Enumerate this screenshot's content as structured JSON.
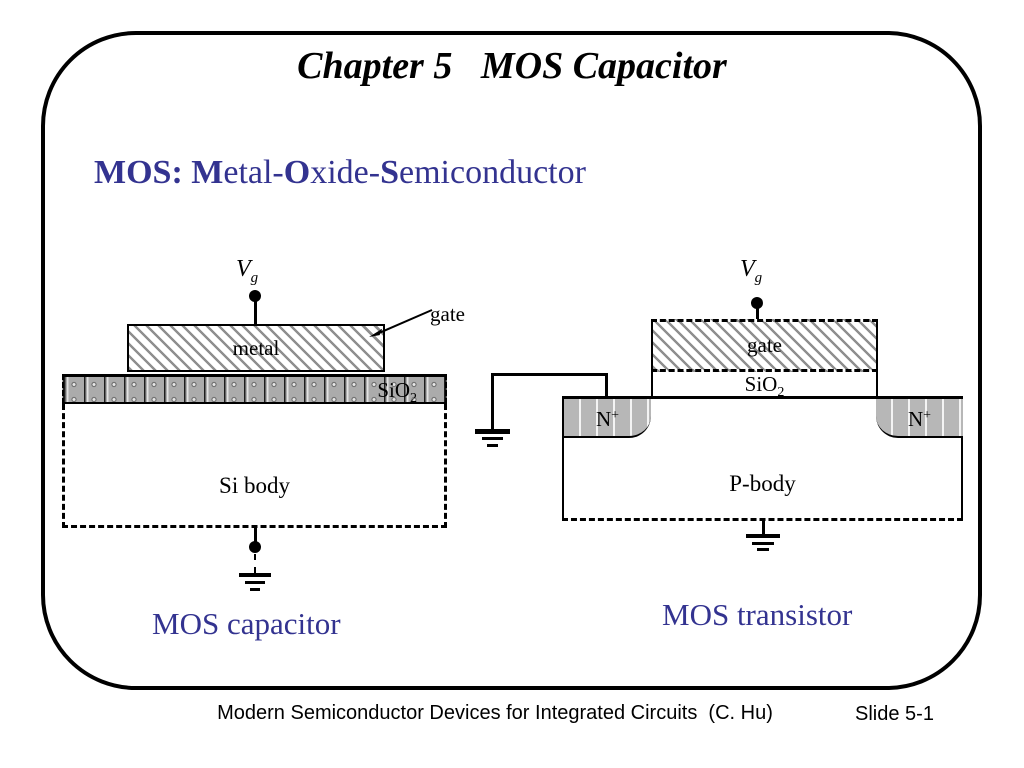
{
  "title": "Chapter 5   MOS Capacitor",
  "subtitle": {
    "b1": "MOS: M",
    "r1": "etal-",
    "b2": "O",
    "r2": "xide-",
    "b3": "S",
    "r3": "emiconductor"
  },
  "colors": {
    "accent_blue": "#333390",
    "oxide_gray": "#ababab",
    "nplus_gray": "#b7b7b7",
    "hatch_gray": "#8f8f8f"
  },
  "capacitor": {
    "vg": {
      "v": "V",
      "sub": "g"
    },
    "metal_label": "metal",
    "gate_callout": "gate",
    "oxide": {
      "text": "SiO",
      "sub": "2"
    },
    "body_label": "Si body",
    "caption": "MOS capacitor"
  },
  "transistor": {
    "vg": {
      "v": "V",
      "sub": "g"
    },
    "gate_label": "gate",
    "oxide": {
      "text": "SiO",
      "sub": "2"
    },
    "source": {
      "text": "N",
      "sup": "+"
    },
    "drain": {
      "text": "N",
      "sup": "+"
    },
    "body_label": "P-body",
    "caption": "MOS transistor"
  },
  "footer": {
    "book_title": "Modern Semiconductor Devices for Integrated Circuits  (C. Hu)",
    "slide_number": "Slide 5-1"
  }
}
